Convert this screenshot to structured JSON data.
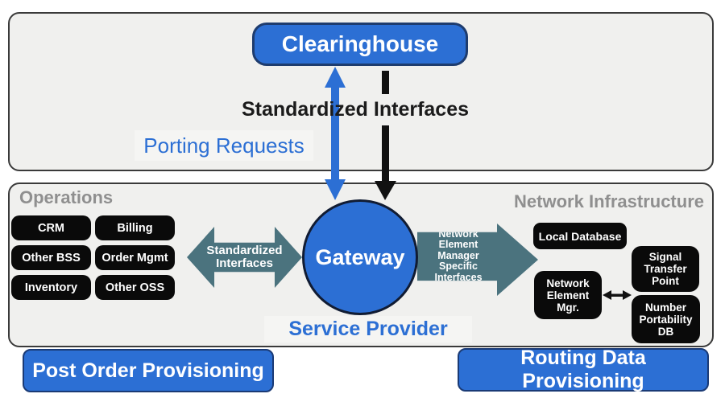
{
  "colors": {
    "accent_blue": "#2c6fd4",
    "teal_arrow": "#4b737e",
    "panel_background": "#f0f0ee",
    "box_black": "#0a0a0a",
    "heading_gray": "#8f8f8f"
  },
  "top_section": {
    "clearinghouse": "Clearinghouse",
    "standardized_interfaces": "Standardized Interfaces",
    "porting_requests": "Porting Requests"
  },
  "bottom_section": {
    "operations_heading": "Operations",
    "network_infrastructure_heading": "Network Infrastructure",
    "operations_systems": [
      "CRM",
      "Billing",
      "Other BSS",
      "Order Mgmt",
      "Inventory",
      "Other OSS"
    ],
    "left_arrow_label": "Standardized\nInterfaces",
    "gateway": "Gateway",
    "right_arrow_label": "Network Element\nManager Specific\nInterfaces",
    "local_database": "Local Database",
    "network_element_mgr": "Network\nElement\nMgr.",
    "signal_transfer_point": "Signal\nTransfer\nPoint",
    "number_portability_db": "Number\nPortability\nDB",
    "service_provider": "Service Provider"
  },
  "footer": {
    "post_order_provisioning": "Post Order Provisioning",
    "routing_data_provisioning": "Routing Data Provisioning"
  }
}
